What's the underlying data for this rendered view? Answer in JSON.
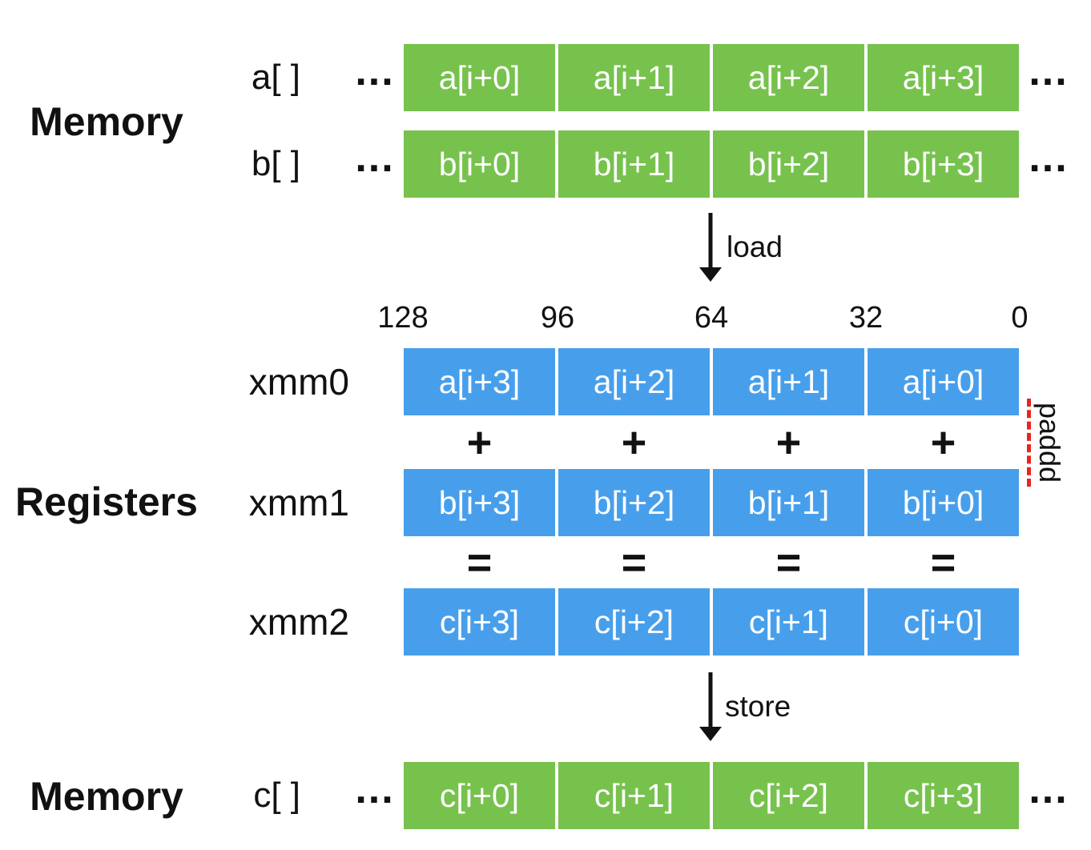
{
  "colors": {
    "cell_green": "#77C24D",
    "cell_blue": "#479FEC",
    "underline_red": "#E8251D",
    "cell_text": "#FFFFFF",
    "text": "#111111"
  },
  "memory_top": {
    "section_label": "Memory",
    "rows": [
      {
        "array_label": "a[ ]",
        "ellipsis": "...",
        "cells": [
          "a[i+0]",
          "a[i+1]",
          "a[i+2]",
          "a[i+3]"
        ]
      },
      {
        "array_label": "b[ ]",
        "ellipsis": "...",
        "cells": [
          "b[i+0]",
          "b[i+1]",
          "b[i+2]",
          "b[i+3]"
        ]
      }
    ]
  },
  "load_arrow": {
    "label": "load"
  },
  "bit_positions": [
    "128",
    "96",
    "64",
    "32",
    "0"
  ],
  "registers": {
    "section_label": "Registers",
    "instruction_label": "paddd",
    "plus_operator": "+",
    "equals_operator": "=",
    "rows": [
      {
        "register_label": "xmm0",
        "cells": [
          "a[i+3]",
          "a[i+2]",
          "a[i+1]",
          "a[i+0]"
        ]
      },
      {
        "register_label": "xmm1",
        "cells": [
          "b[i+3]",
          "b[i+2]",
          "b[i+1]",
          "b[i+0]"
        ]
      },
      {
        "register_label": "xmm2",
        "cells": [
          "c[i+3]",
          "c[i+2]",
          "c[i+1]",
          "c[i+0]"
        ]
      }
    ]
  },
  "store_arrow": {
    "label": "store"
  },
  "memory_bottom": {
    "section_label": "Memory",
    "rows": [
      {
        "array_label": "c[ ]",
        "ellipsis": "...",
        "cells": [
          "c[i+0]",
          "c[i+1]",
          "c[i+2]",
          "c[i+3]"
        ]
      }
    ]
  }
}
